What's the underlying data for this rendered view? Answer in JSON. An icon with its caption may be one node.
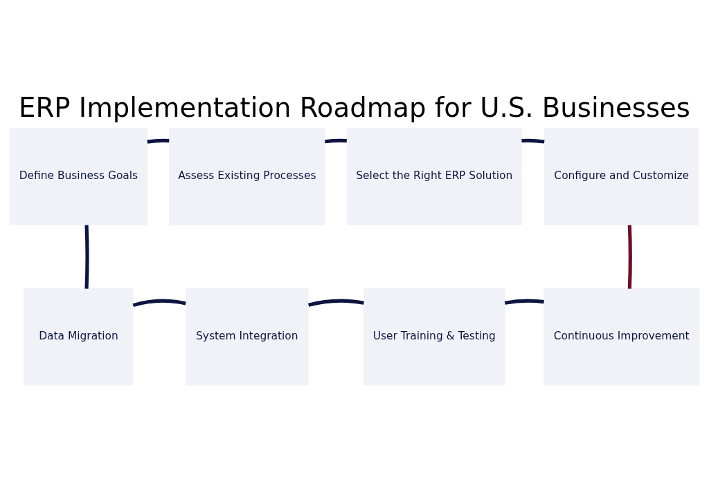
{
  "diagram": {
    "title": "ERP Implementation Roadmap for U.S. Businesses",
    "nodes": [
      {
        "text": [
          "Define Business Goals"
        ]
      },
      {
        "text": [
          "Assess Existing Processes"
        ]
      },
      {
        "text": [
          "Select the Right ERP Solution"
        ]
      },
      {
        "text": [
          "Configure and Customize"
        ]
      },
      {
        "text": [
          "Data Migration"
        ]
      },
      {
        "text": [
          "System Integration"
        ]
      },
      {
        "text": [
          "User Training & Testing"
        ]
      },
      {
        "text": [
          "Continuous Improvement"
        ]
      }
    ],
    "edges": [
      {
        "from": 0,
        "to": 1,
        "arrow": "none"
      },
      {
        "from": 1,
        "to": 2,
        "arrow": "none"
      },
      {
        "from": 2,
        "to": 3,
        "arrow": "none"
      },
      {
        "from": 3,
        "to": 7,
        "arrow": "none",
        "color": "#6e0d25"
      },
      {
        "from": 7,
        "to": 6,
        "arrow": "none"
      },
      {
        "from": 6,
        "to": 5,
        "arrow": "none"
      },
      {
        "from": 5,
        "to": 4,
        "arrow": "none"
      },
      {
        "from": 4,
        "to": 0,
        "arrow": "none"
      }
    ]
  }
}
